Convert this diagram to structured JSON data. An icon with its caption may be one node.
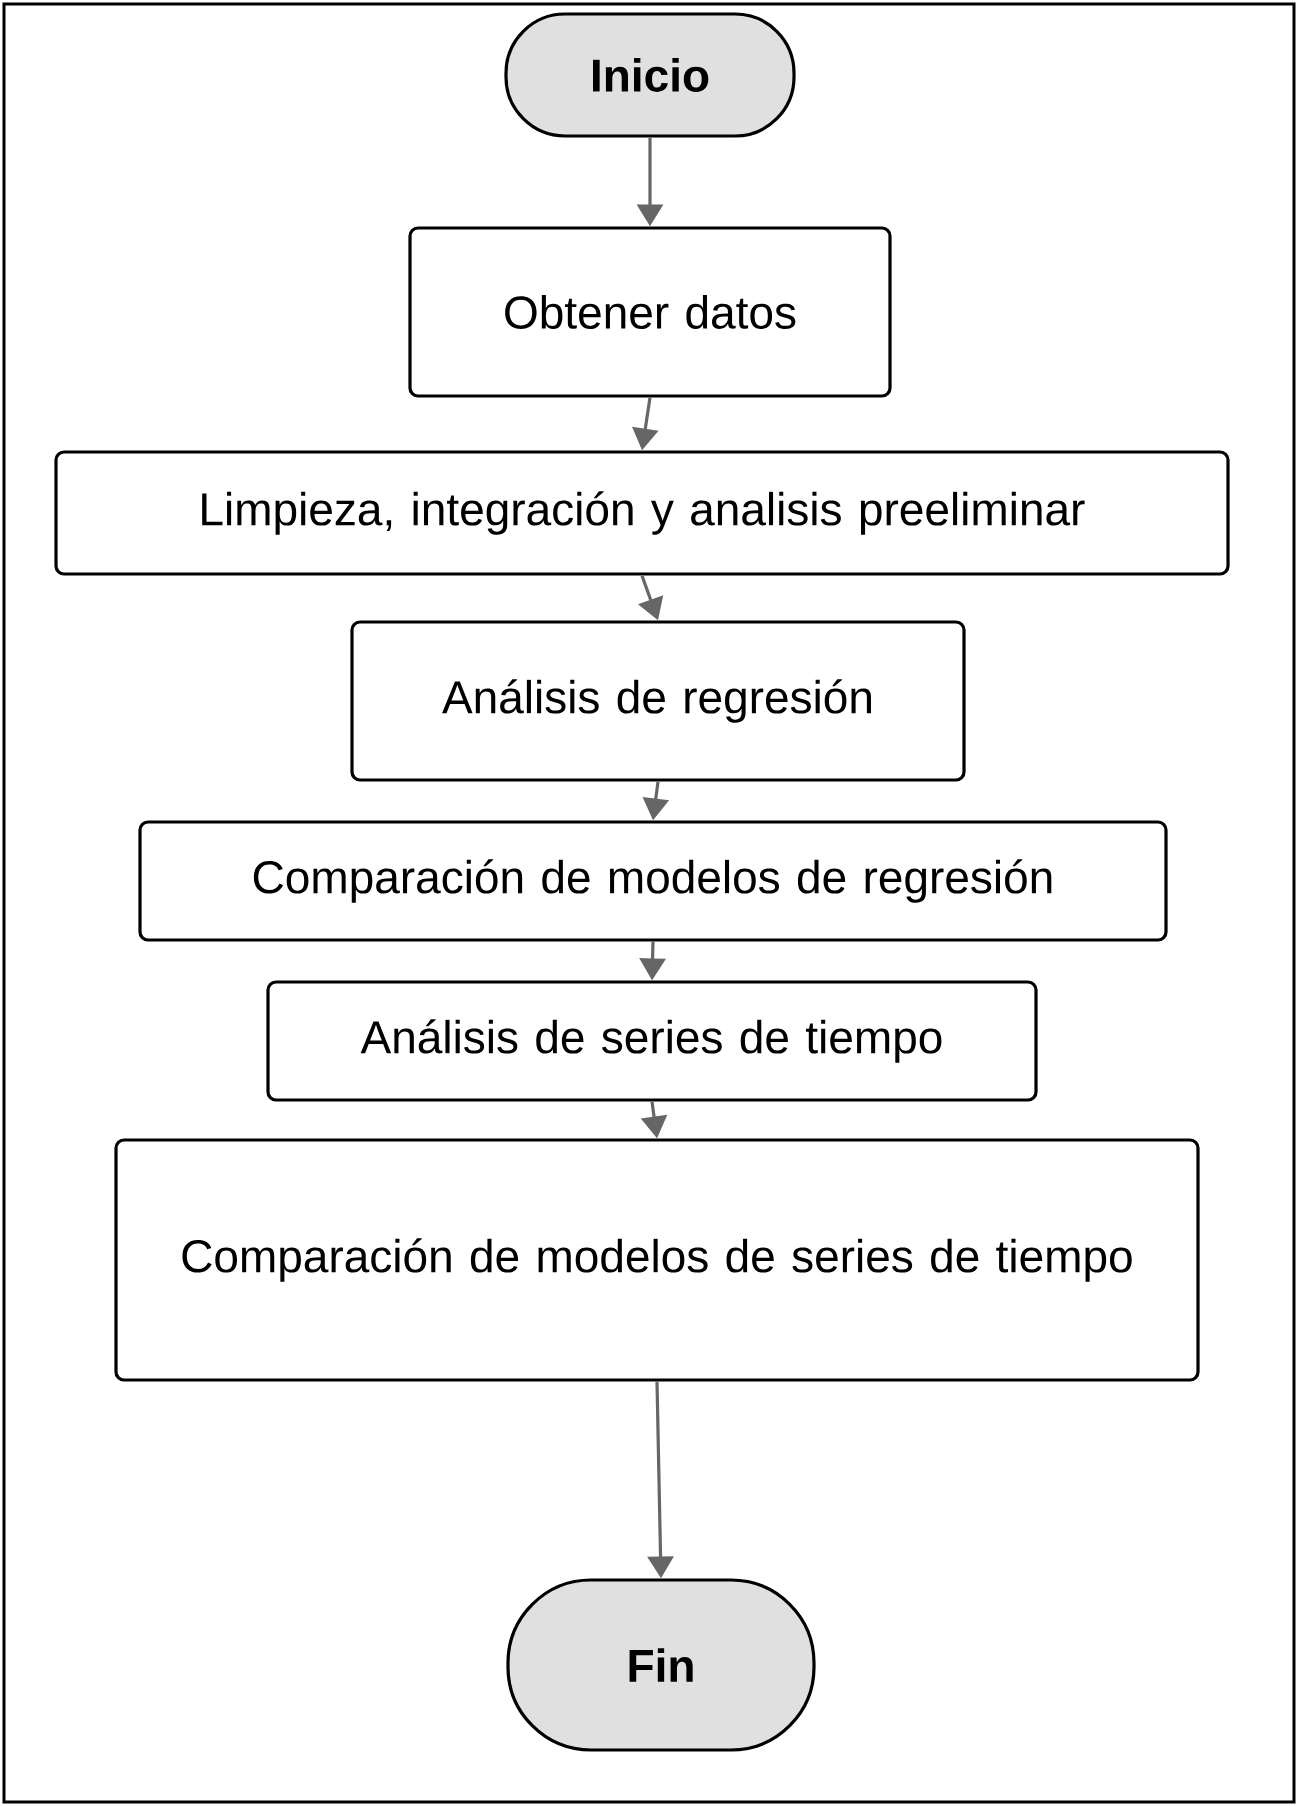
{
  "diagram": {
    "nodes": [
      {
        "text": [
          "**Inicio**"
        ]
      },
      {
        "text": [
          "Obtener datos"
        ]
      },
      {
        "text": [
          "Limpieza, integración y analisis preeliminar"
        ]
      },
      {
        "text": [
          "Análisis de regresión"
        ]
      },
      {
        "text": [
          "Comparación de modelos de regresión"
        ]
      },
      {
        "text": [
          "Análisis de series de tiempo"
        ]
      },
      {
        "text": [
          "Comparación de modelos de series de tiempo"
        ]
      },
      {
        "text": [
          "**Fin**"
        ]
      }
    ],
    "edges": [
      {
        "from": 0,
        "to": 1,
        "arrow": "to"
      },
      {
        "from": 1,
        "to": 2,
        "arrow": "to"
      },
      {
        "from": 2,
        "to": 3,
        "arrow": "to"
      },
      {
        "from": 3,
        "to": 4,
        "arrow": "to"
      },
      {
        "from": 4,
        "to": 5,
        "arrow": "to"
      },
      {
        "from": 5,
        "to": 6,
        "arrow": "to"
      },
      {
        "from": 6,
        "to": 7,
        "arrow": "to"
      }
    ]
  }
}
